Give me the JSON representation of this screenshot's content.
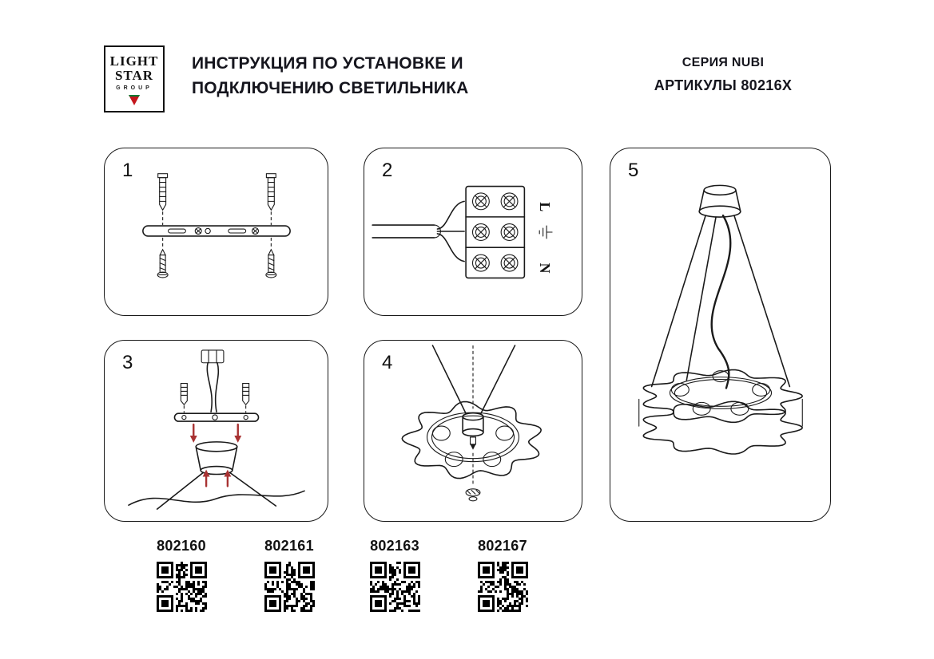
{
  "logo": {
    "line1": "LIGHT",
    "line2": "STAR",
    "line3": "GROUP"
  },
  "header": {
    "title_line1": "ИНСТРУКЦИЯ ПО УСТАНОВКЕ И",
    "title_line2": "ПОДКЛЮЧЕНИЮ СВЕТИЛЬНИКА",
    "series": "СЕРИЯ NUBI",
    "articles_heading": "АРТИКУЛЫ 80216X"
  },
  "steps": [
    {
      "number": "1",
      "icon": "mounting-bar-and-anchors-diagram"
    },
    {
      "number": "2",
      "icon": "terminal-block-wiring-diagram"
    },
    {
      "number": "3",
      "icon": "canopy-mounting-diagram"
    },
    {
      "number": "4",
      "icon": "shade-assembly-diagram"
    },
    {
      "number": "5",
      "icon": "assembled-pendant-diagram"
    }
  ],
  "wiring": {
    "line": "L",
    "neutral": "N",
    "earth_icon": "earth-ground"
  },
  "articles": [
    {
      "code": "802160"
    },
    {
      "code": "802161"
    },
    {
      "code": "802163"
    },
    {
      "code": "802167"
    }
  ],
  "colors": {
    "accent_red": "#a83232",
    "logo_red": "#c4161c",
    "logo_green": "#007a33"
  }
}
